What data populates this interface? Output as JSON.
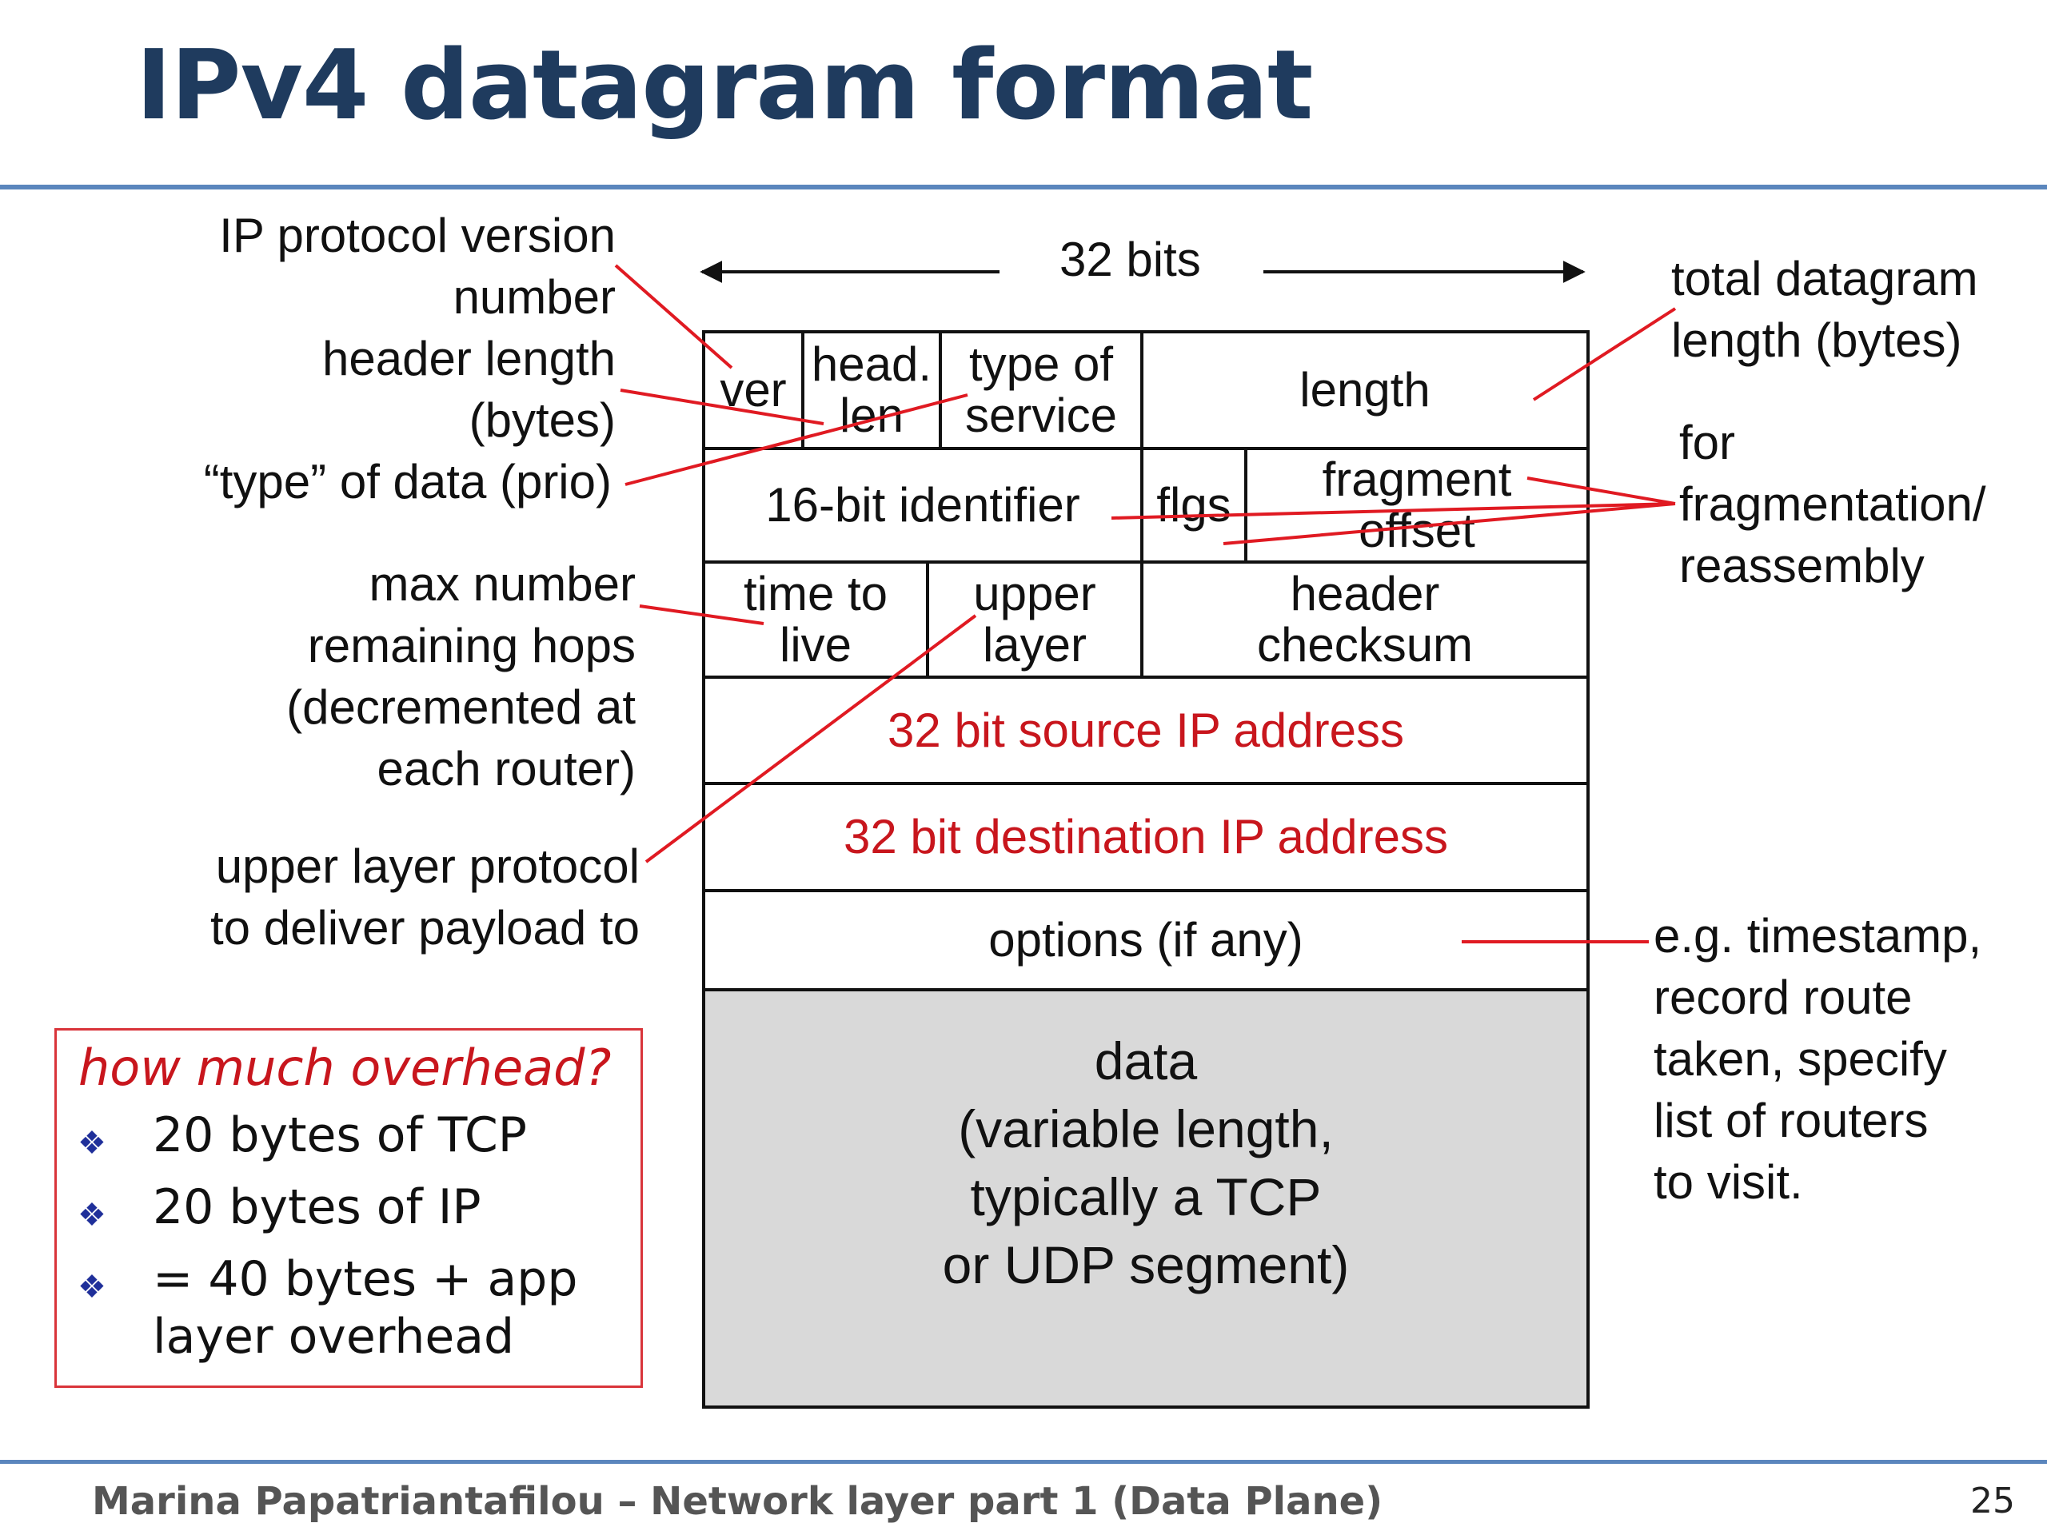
{
  "slide": {
    "title": "IPv4 datagram format",
    "footer": "Marina Papatriantafilou –  Network layer part 1 (Data Plane)",
    "page_number": "25"
  },
  "diagram": {
    "width_label": "32 bits",
    "fields": {
      "ver": "ver",
      "head_len": "head.\nlen",
      "tos": "type of\nservice",
      "length": "length",
      "identifier": "16-bit identifier",
      "flags": "flgs",
      "frag_offset": "fragment\noffset",
      "ttl": "time to\nlive",
      "upper_layer": "upper\nlayer",
      "checksum": "header\nchecksum",
      "src": "32 bit source IP address",
      "dst": "32 bit destination IP address",
      "options": "options (if any)",
      "data": "data\n(variable length,\ntypically a TCP\nor UDP segment)"
    },
    "accent_color": "#c8161d",
    "line_color": "#e01a22",
    "data_fill": "#d9d9d9"
  },
  "annotations": {
    "version": "IP protocol version\nnumber",
    "header_length": "header length\n(bytes)",
    "type_of_data": "“type” of data (prio)",
    "ttl": "max number\nremaining hops\n(decremented at\neach router)",
    "upper_layer": "upper layer protocol\nto deliver payload to",
    "total_length": "total datagram\nlength (bytes)",
    "fragmentation": "for\nfragmentation/\nreassembly",
    "options": "e.g. timestamp,\nrecord route\ntaken, specify\nlist of routers\nto visit."
  },
  "overhead_box": {
    "question": "how much overhead?",
    "items": [
      "20 bytes of TCP",
      "20 bytes of IP",
      "= 40 bytes + app\nlayer overhead"
    ]
  }
}
